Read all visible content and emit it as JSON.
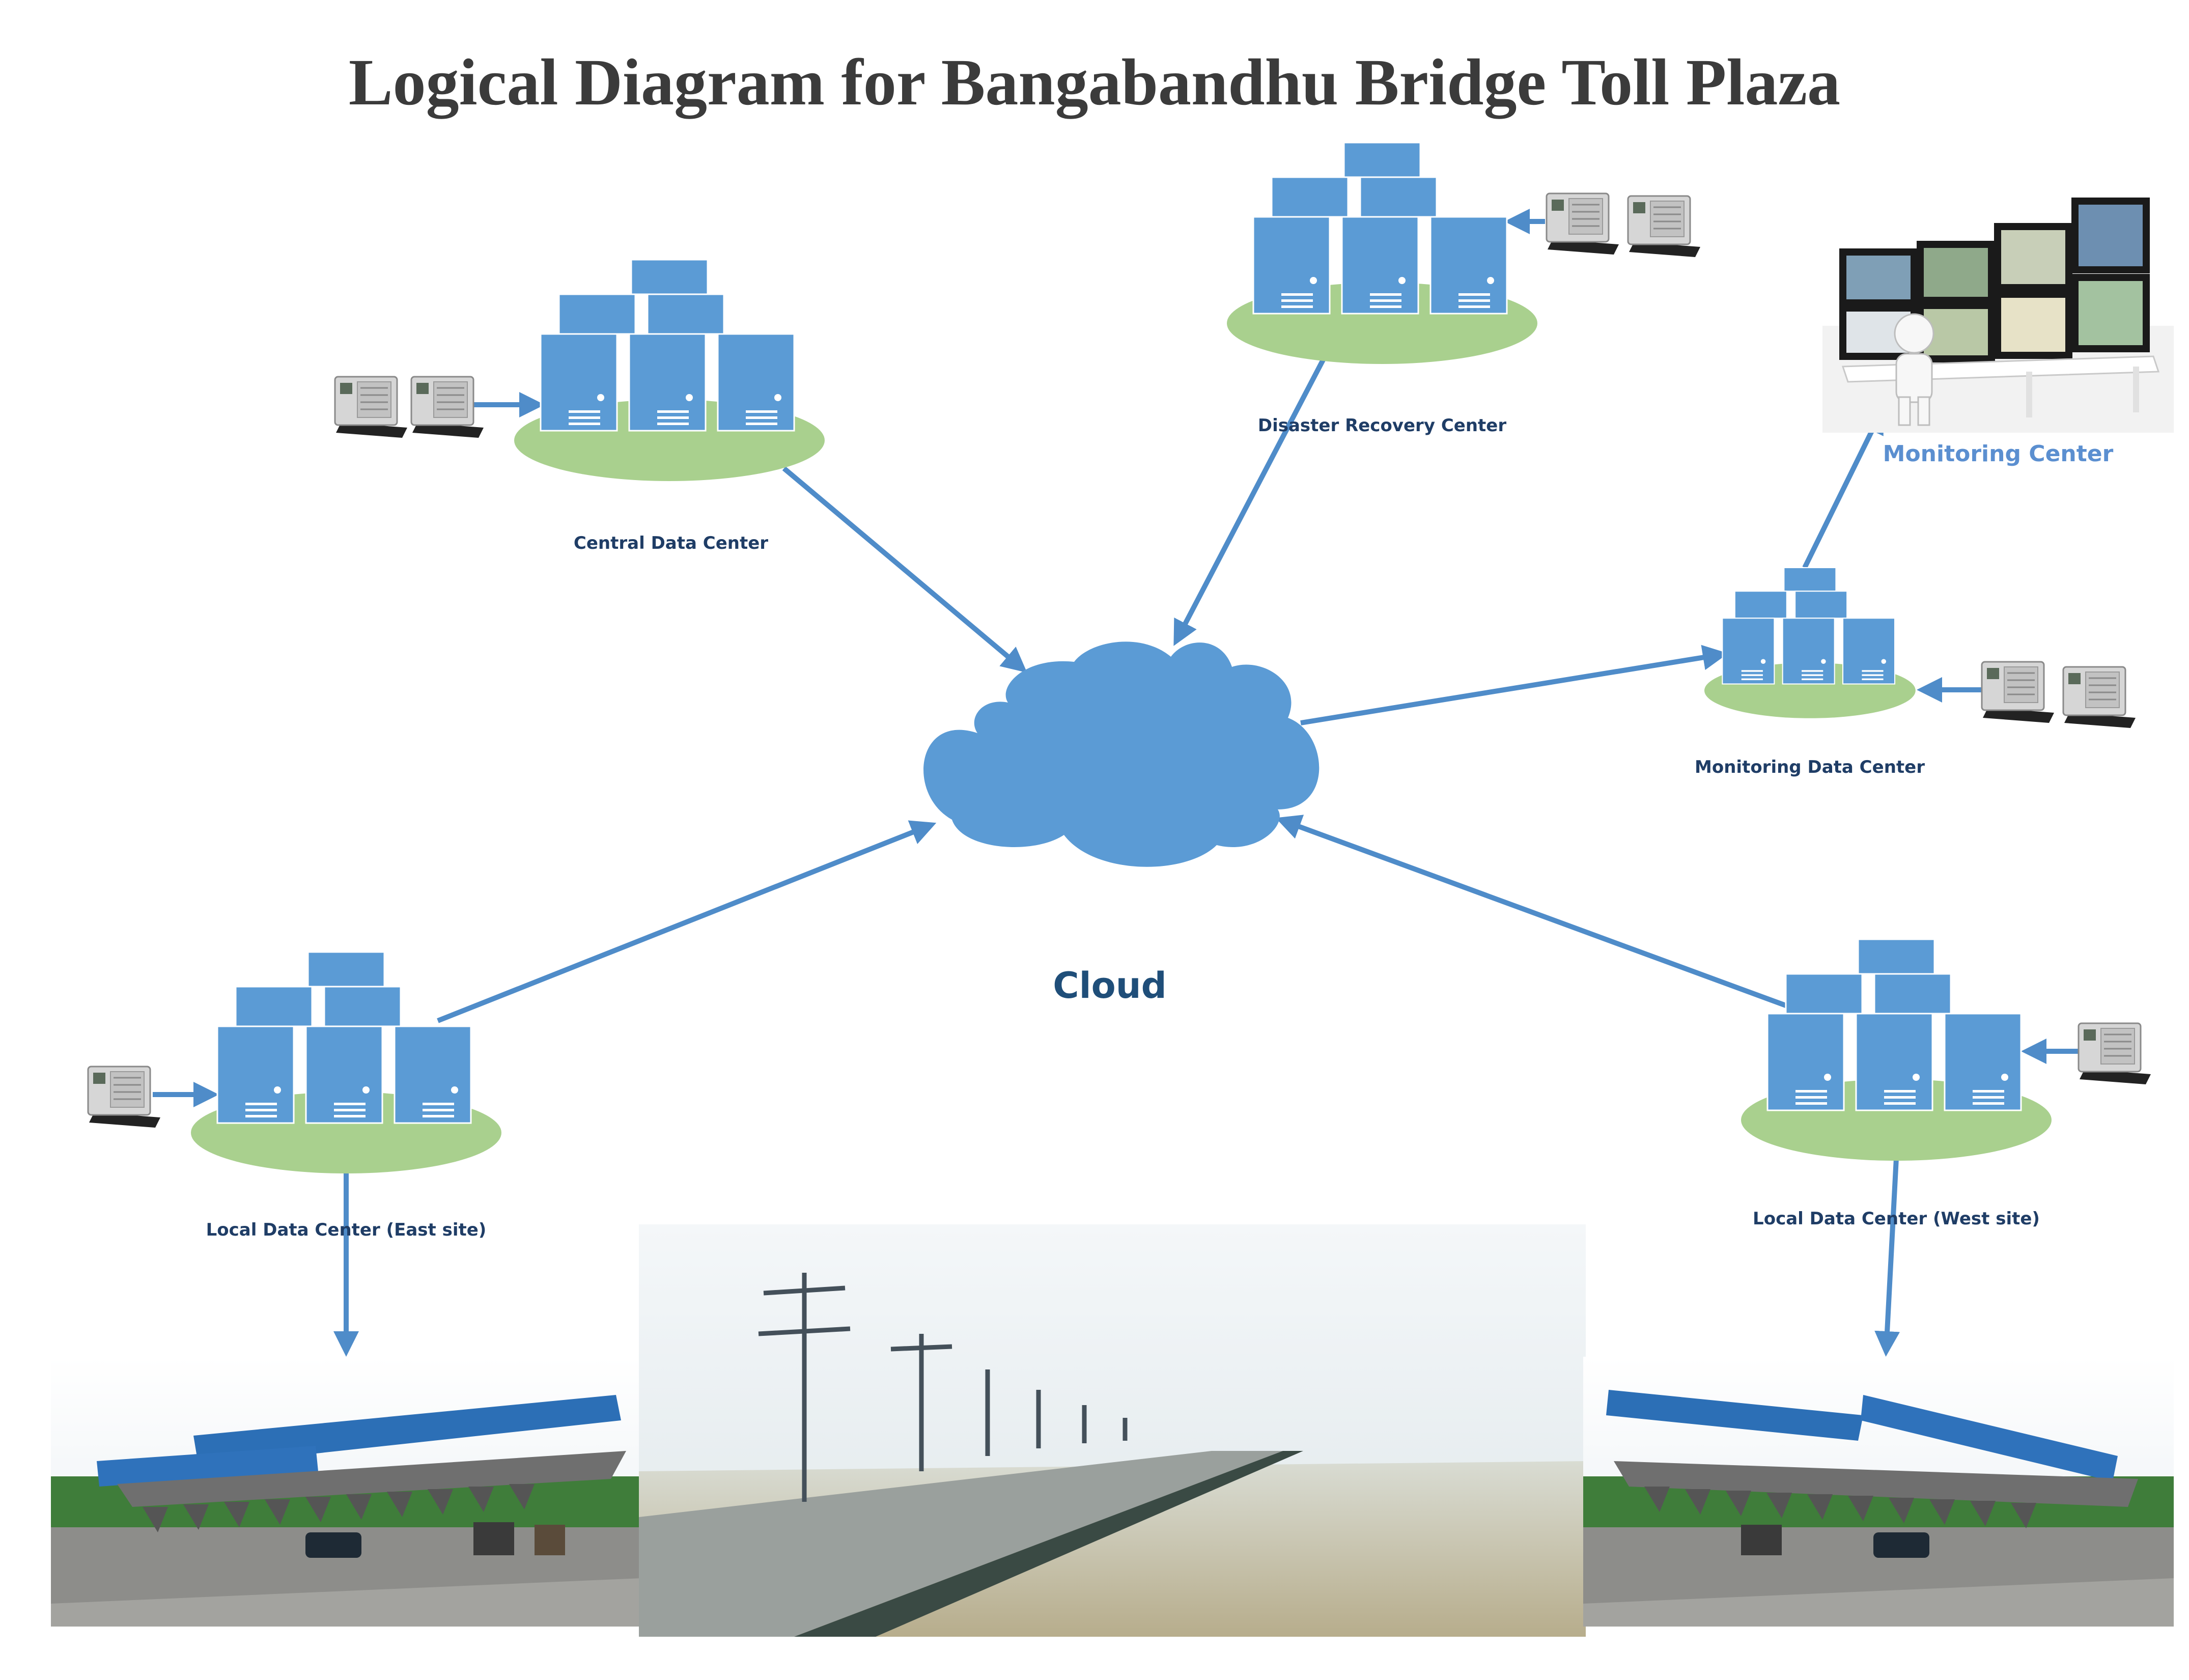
{
  "title": "Logical Diagram for Bangabandhu Bridge Toll Plaza",
  "colors": {
    "server_blue": "#5b9bd5",
    "pad_green": "#a9d08e",
    "connector_blue": "#4f8cc9",
    "label_navy": "#1f3d66",
    "title_gray": "#3b3b3b"
  },
  "nodes": {
    "central": {
      "label": "Central Data Center",
      "icon": "server-cluster-icon"
    },
    "disaster_recovery": {
      "label": "Disaster Recovery Center",
      "icon": "server-cluster-icon"
    },
    "monitoring_dc": {
      "label": "Monitoring Data Center",
      "icon": "server-cluster-icon"
    },
    "local_east": {
      "label": "Local Data Center (East site)",
      "icon": "server-cluster-icon"
    },
    "local_west": {
      "label": "Local Data Center (West site)",
      "icon": "server-cluster-icon"
    },
    "cloud": {
      "label": "Cloud",
      "icon": "cloud-icon"
    },
    "monitoring_center": {
      "label": "Monitoring Center",
      "icon": "monitor-wall-icon"
    }
  },
  "generator_icon": "generator-icon",
  "photos": {
    "toll_east": "toll-plaza-photo",
    "bridge": "bridge-photo",
    "toll_west": "toll-plaza-photo"
  },
  "edges": [
    {
      "from": "Central Data Center",
      "to": "Cloud"
    },
    {
      "from": "Disaster Recovery Center",
      "to": "Cloud"
    },
    {
      "from": "Cloud",
      "to": "Monitoring Data Center"
    },
    {
      "from": "Monitoring Data Center",
      "to": "Monitoring Center"
    },
    {
      "from": "Local Data Center (East site)",
      "to": "Cloud"
    },
    {
      "from": "Local Data Center (West site)",
      "to": "Cloud"
    },
    {
      "from": "Local Data Center (East site)",
      "to": "toll-plaza-photo"
    },
    {
      "from": "Local Data Center (West site)",
      "to": "toll-plaza-photo"
    }
  ]
}
